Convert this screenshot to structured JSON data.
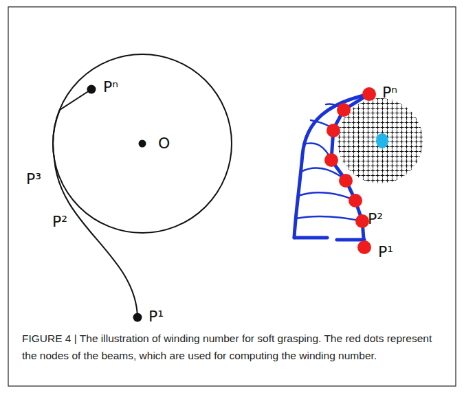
{
  "diagram": {
    "caption": "FIGURE 4 | The illustration of winding number for soft grasping. The red dots represent the nodes of the beams, which are used for computing the winding number.",
    "labels": [
      "Pⁿ",
      "P³",
      "P²",
      "P¹",
      "O",
      "Pⁿ",
      "P²",
      "P¹"
    ]
  }
}
